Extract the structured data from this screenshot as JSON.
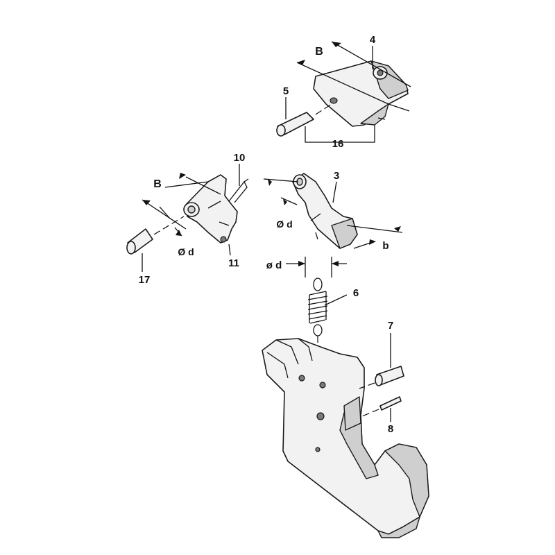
{
  "labels": {
    "p4": "4",
    "p5": "5",
    "p16": "16",
    "p10": "10",
    "p3": "3",
    "p11": "11",
    "p17": "17",
    "p6": "6",
    "p7": "7",
    "p8": "8",
    "dim_B_top": "B",
    "dim_B_left": "B",
    "dim_b": "b",
    "dim_d_left": "Ø d",
    "dim_d_mid": "Ø d",
    "dim_d_spring": "ø d"
  }
}
